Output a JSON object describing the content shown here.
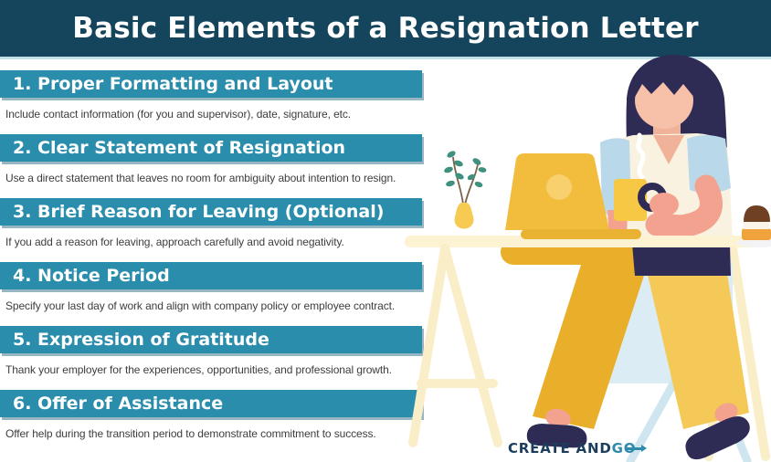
{
  "title": "Basic Elements of a Resignation Letter",
  "sections": [
    {
      "heading": "1. Proper Formatting and Layout",
      "description": "Include contact information (for you and supervisor), date, signature, etc."
    },
    {
      "heading": "2. Clear Statement of Resignation",
      "description": "Use a direct statement that leaves no room for ambiguity about intention to resign."
    },
    {
      "heading": "3. Brief Reason for Leaving (Optional)",
      "description": "If you add a reason for leaving, approach carefully and avoid negativity."
    },
    {
      "heading": "4. Notice Period",
      "description": "Specify your last day of work and align with company policy or employee contract."
    },
    {
      "heading": "5. Expression of Gratitude",
      "description": "Thank your employer for the experiences, opportunities, and professional growth."
    },
    {
      "heading": "6. Offer of Assistance",
      "description": "Offer help during the transition period to demonstrate commitment to success."
    }
  ],
  "logo": {
    "part1": "CREATE AND ",
    "part2": "G",
    "part3": "O"
  },
  "illustration_elements": [
    "woman-at-desk",
    "yellow-laptop",
    "coffee-mug-with-steam",
    "potted-plant-vase",
    "desk-trestle-legs",
    "light-blue-chair",
    "dessert-on-plate"
  ],
  "colors": {
    "header_navy": "#15455c",
    "banner_teal": "#2a8dac",
    "header_underline": "#bfdfe9",
    "body_text": "#3d3d3d",
    "hair_navy": "#2e2b55",
    "skin": "#f6c0a9",
    "arm_skin": "#f2a28e",
    "shirt_cream": "#faf2e0",
    "sleeve_blue": "#b9d8ea",
    "laptop_yellow": "#f2bd3c",
    "mug_yellow": "#f6c843",
    "pants_dark_mustard": "#e9ae2a",
    "pants_light_mustard": "#f5c957",
    "desk_cream": "#fdf3d3",
    "chair_blue": "#dcecf4",
    "plant_teal": "#3f907e",
    "logo_navy": "#1d3d5c",
    "logo_teal": "#2e8bab"
  }
}
